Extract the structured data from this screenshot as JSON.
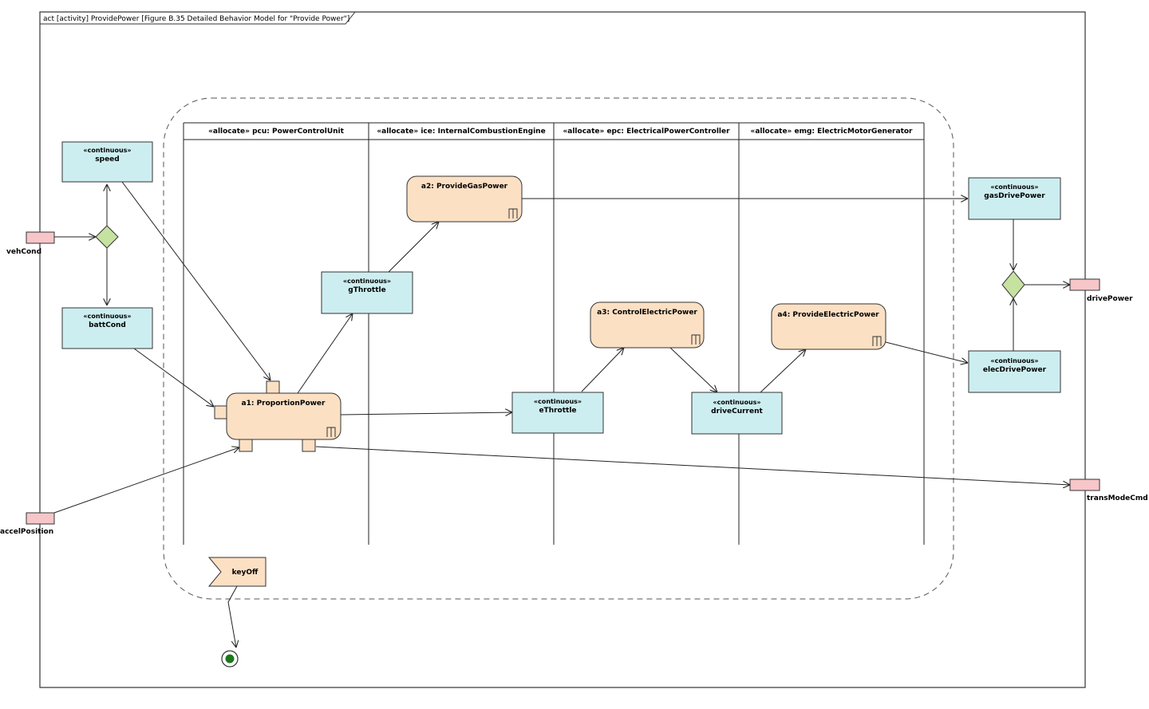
{
  "frame_title": "act [activity] ProvidePower [Figure B.35 Detailed Behavior Model for \"Provide Power\"]",
  "partitions": [
    "«allocate» pcu: PowerControlUnit",
    "«allocate» ice: InternalCombustionEngine",
    "«allocate» epc: ElectricalPowerController",
    "«allocate» emg: ElectricMotorGenerator"
  ],
  "actions": [
    {
      "name": "a1: ProportionPower"
    },
    {
      "name": "a2: ProvideGasPower"
    },
    {
      "name": "a3: ControlElectricPower"
    },
    {
      "name": "a4: ProvideElectricPower"
    }
  ],
  "object_nodes": [
    {
      "stereotype": "«continuous»",
      "name": "speed"
    },
    {
      "stereotype": "«continuous»",
      "name": "battCond"
    },
    {
      "stereotype": "«continuous»",
      "name": "gThrottle"
    },
    {
      "stereotype": "«continuous»",
      "name": "eThrottle"
    },
    {
      "stereotype": "«continuous»",
      "name": "driveCurrent"
    },
    {
      "stereotype": "«continuous»",
      "name": "gasDrivePower"
    },
    {
      "stereotype": "«continuous»",
      "name": "elecDrivePower"
    }
  ],
  "parameters": [
    {
      "name": "vehCond"
    },
    {
      "name": "accelPosition"
    },
    {
      "name": "drivePower"
    },
    {
      "name": "transModeCmd"
    }
  ],
  "signal": {
    "name": "keyOff"
  },
  "colors": {
    "object_fill": "#cdeef0",
    "action_fill": "#fbe0c4",
    "param_fill": "#f7c6c8",
    "decision_fill": "#c6e2a0"
  }
}
